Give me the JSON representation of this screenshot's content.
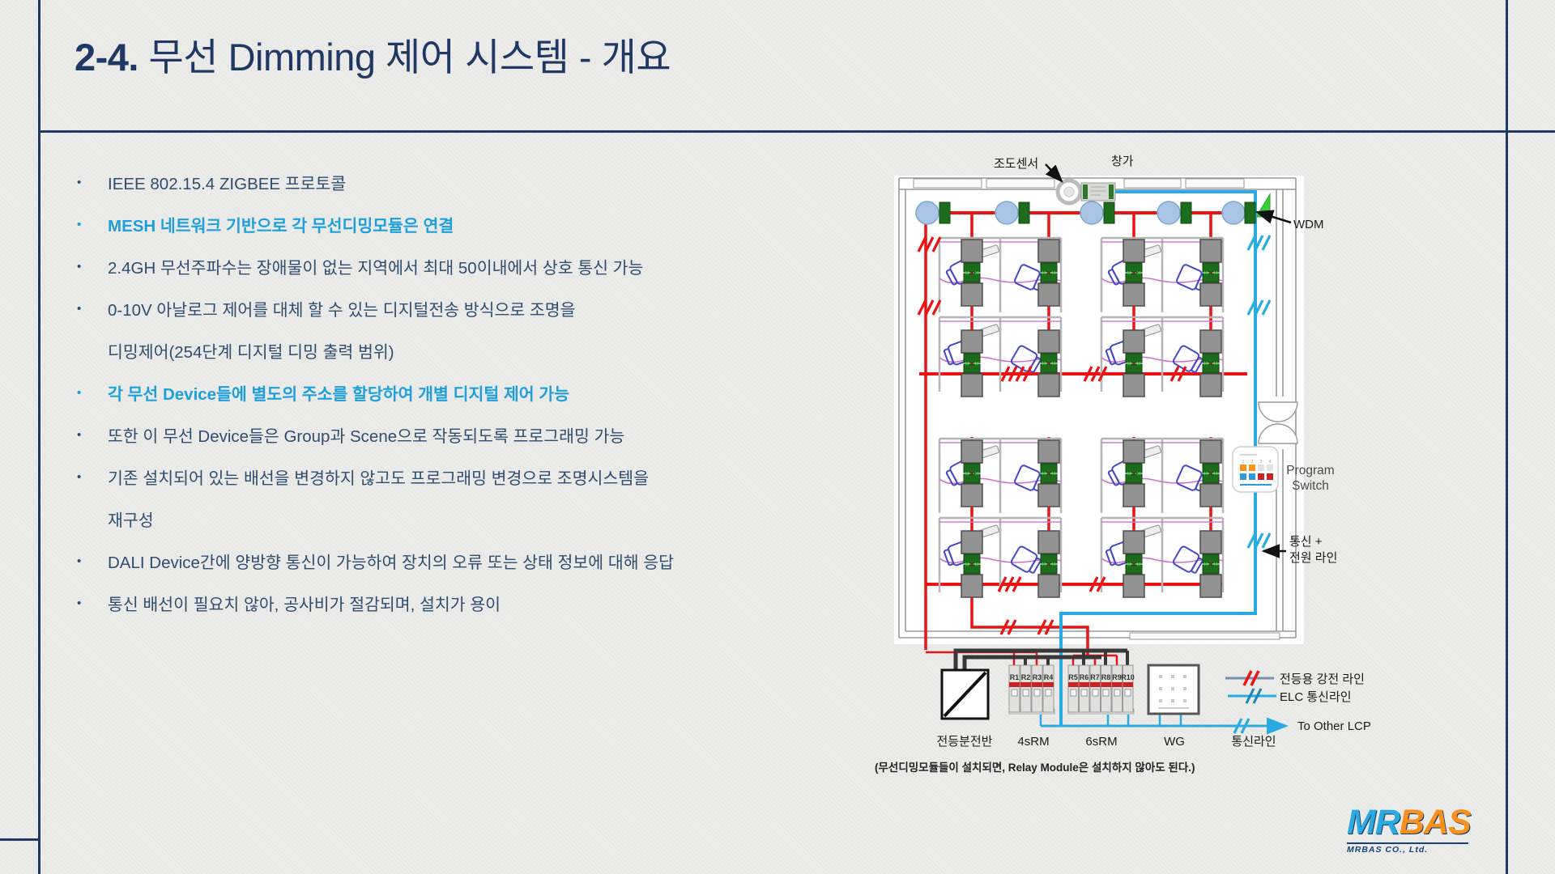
{
  "slide": {
    "title": {
      "prefix": "2-4.",
      "rest": " 무선 Dimming 제어 시스템 - 개요"
    },
    "bullets": [
      {
        "text": "IEEE 802.15.4 ZIGBEE 프로토콜",
        "highlight": false,
        "marker": true
      },
      {
        "text": "MESH 네트워크 기반으로 각 무선디밍모듈은 연결",
        "highlight": true,
        "marker": true
      },
      {
        "text": "2.4GH 무선주파수는 장애물이 없는 지역에서 최대 50이내에서 상호 통신 가능",
        "highlight": false,
        "marker": true
      },
      {
        "text": "0-10V 아날로그 제어를 대체 할 수 있는 디지털전송 방식으로 조명을",
        "highlight": false,
        "marker": true
      },
      {
        "text": "디밍제어(254단계 디지털 디밍 출력 범위)",
        "highlight": false,
        "marker": false
      },
      {
        "text": "각 무선 Device들에 별도의 주소를 할당하여 개별 디지털 제어 가능",
        "highlight": true,
        "marker": true
      },
      {
        "text": "또한 이 무선 Device들은 Group과 Scene으로 작동되도록 프로그래밍 가능",
        "highlight": false,
        "marker": true
      },
      {
        "text": "기존 설치되어 있는 배선을 변경하지 않고도 프로그래밍 변경으로 조명시스템을",
        "highlight": false,
        "marker": true
      },
      {
        "text": "재구성",
        "highlight": false,
        "marker": false
      },
      {
        "text": "DALI Device간에 양방향 통신이 가능하여 장치의 오류 또는 상태 정보에 대해 응답",
        "highlight": false,
        "marker": true
      },
      {
        "text": "통신 배선이 필요치 않아, 공사비가 절감되며, 설치가 용이",
        "highlight": false,
        "marker": true
      }
    ]
  },
  "diagram": {
    "labels": {
      "sensor": "조도센서",
      "window": "창가",
      "wdm": "WDM",
      "program_switch_line1": "Program",
      "program_switch_line2": "Switch",
      "comm_power_line1": "통신 +",
      "comm_power_line2": "전원 라인",
      "panel": "전등분전반",
      "relay4": "4sRM",
      "relay6": "6sRM",
      "wallgateway": "WG",
      "comm_line": "통신라인",
      "legend_power": "전등용 강전 라인",
      "legend_comm": "ELC 통신라인",
      "to_other_lcp": "To Other LCP",
      "note": "(무선디밍모듈들이 설치되면, Relay Module은 설치하지 않아도 된다.)"
    },
    "breakers4": [
      "R1",
      "R2",
      "R3",
      "R4"
    ],
    "breakers6": [
      "R5",
      "R6",
      "R7",
      "R8",
      "R9",
      "R10"
    ],
    "colors": {
      "power_line": "#EE1111",
      "comm_line": "#29ABE2",
      "module_green": "#1D6B1D",
      "light_circle": "#A9C4E4"
    }
  },
  "logo": {
    "part1": "MR",
    "part2": "BAS",
    "subtitle": "MRBAS CO., Ltd."
  }
}
